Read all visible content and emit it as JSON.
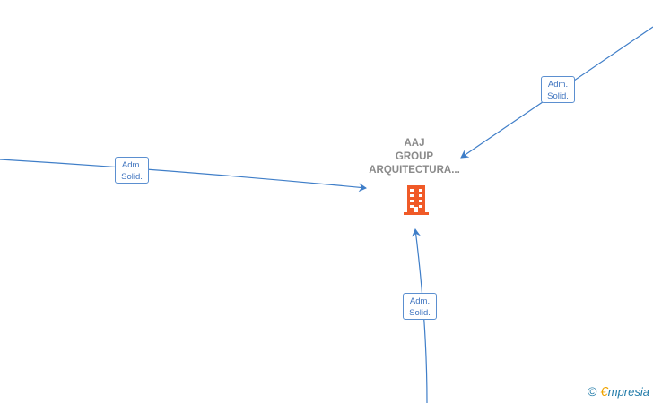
{
  "center_node": {
    "lines": [
      "AAJ",
      "GROUP",
      "ARQUITECTURA..."
    ],
    "icon": "building-icon",
    "icon_color": "#f05a28"
  },
  "edges": [
    {
      "label_line1": "Adm.",
      "label_line2": "Solid."
    },
    {
      "label_line1": "Adm.",
      "label_line2": "Solid."
    },
    {
      "label_line1": "Adm.",
      "label_line2": "Solid."
    }
  ],
  "edge_color": "#3f7ec8",
  "footer": {
    "copyright": "©",
    "brand_initial": "€",
    "brand_rest": "mpresia"
  }
}
